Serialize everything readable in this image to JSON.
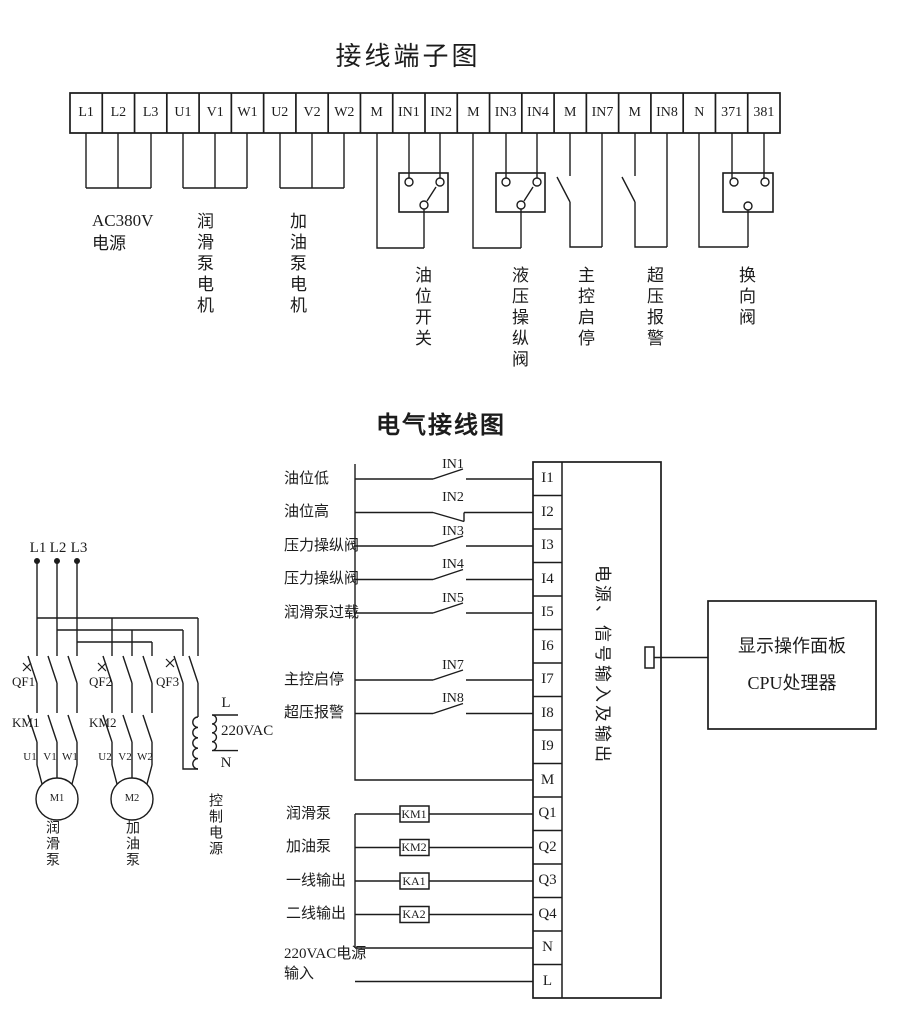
{
  "titles": {
    "terminal_diagram": "接线端子图",
    "electrical_diagram": "电气接线图"
  },
  "terminal_strip": {
    "terminals": [
      "L1",
      "L2",
      "L3",
      "U1",
      "V1",
      "W1",
      "U2",
      "V2",
      "W2",
      "M",
      "IN1",
      "IN2",
      "M",
      "IN3",
      "IN4",
      "M",
      "IN7",
      "M",
      "IN8",
      "N",
      "371",
      "381"
    ]
  },
  "terminal_groups": {
    "power_line1": "AC380V",
    "power_line2": "电源",
    "lube_pump_motor": "润滑泵电机",
    "oil_pump_motor": "加油泵电机",
    "oil_level_switch": "油位开关",
    "hydraulic_valve": "液压操纵阀",
    "master_start_stop": "主控启停",
    "overpressure_alarm": "超压报警",
    "directional_valve": "换向阀"
  },
  "plc": {
    "terminals": [
      "I1",
      "I2",
      "I3",
      "I4",
      "I5",
      "I6",
      "I7",
      "I8",
      "I9",
      "M",
      "Q1",
      "Q2",
      "Q3",
      "Q4",
      "N",
      "L"
    ],
    "label": "电源、信号输入及输出"
  },
  "inputs": {
    "rows": [
      {
        "label": "油位低",
        "signal": "IN1"
      },
      {
        "label": "油位高",
        "signal": "IN2"
      },
      {
        "label": "压力操纵阀",
        "signal": "IN3"
      },
      {
        "label": "压力操纵阀",
        "signal": "IN4"
      },
      {
        "label": "润滑泵过载",
        "signal": "IN5"
      },
      {
        "label": "主控启停",
        "signal": "IN7"
      },
      {
        "label": "超压报警",
        "signal": "IN8"
      }
    ]
  },
  "outputs": {
    "rows": [
      {
        "label": "润滑泵",
        "coil": "KM1"
      },
      {
        "label": "加油泵",
        "coil": "KM2"
      },
      {
        "label": "一线输出",
        "coil": "KA1"
      },
      {
        "label": "二线输出",
        "coil": "KA2"
      }
    ],
    "psu_line1": "220VAC电源",
    "psu_line2": "输入"
  },
  "cpu": {
    "line1": "显示操作面板",
    "line2": "CPU处理器"
  },
  "power_circuit": {
    "phases": [
      "L1",
      "L2",
      "L3"
    ],
    "breakers": [
      "QF1",
      "QF2",
      "QF3"
    ],
    "contactors": [
      "KM1",
      "KM2"
    ],
    "motor1": {
      "name": "M1",
      "label": "润滑泵",
      "terminals": [
        "U1",
        "V1",
        "W1"
      ]
    },
    "motor2": {
      "name": "M2",
      "label": "加油泵",
      "terminals": [
        "U2",
        "V2",
        "W2"
      ]
    },
    "transformer": {
      "top": "L",
      "voltage": "220VAC",
      "bottom": "N",
      "label": "控制电源"
    }
  },
  "colors": {
    "ink": "#1c1c1c",
    "background": "#ffffff"
  }
}
